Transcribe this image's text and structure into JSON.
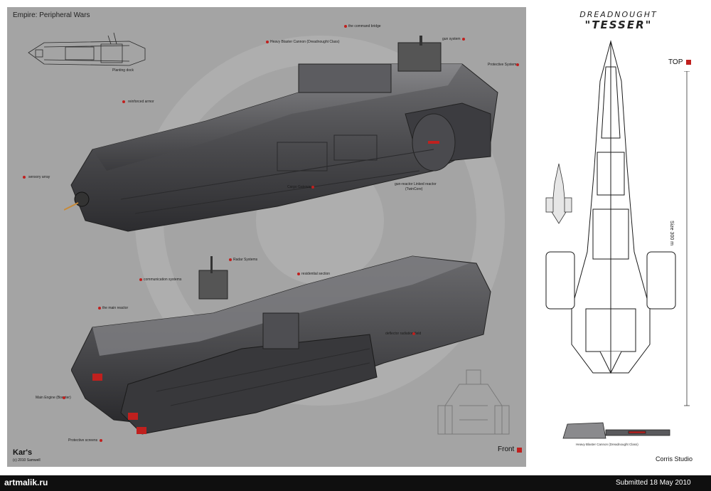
{
  "left": {
    "empire_title": "Empire: Peripheral Wars",
    "front_label": "Front",
    "callouts": {
      "docking": "Planting dock",
      "command_bridge": "the command bridge",
      "heavy_blaster": "Heavy Blaster Cannon (Dreadnought Class)",
      "gun_system": "gun system",
      "protective_systems": "Protective Systems",
      "reinforced_armor": "reinforced armor",
      "sensory_array": "sensory array",
      "cargo_gateway": "Cargo Gateway",
      "gun_reactor_line1": "gun-reactor Linked reactor",
      "gun_reactor_line2": "(TwinCore)",
      "radar_systems": "Radar Systems",
      "communication_systems": "communication systems",
      "residential_section": "residential section",
      "main_reactor": "the main reactor",
      "deflector_field": "deflector radiation field",
      "main_engine": "Main Engine (Booster)",
      "protective_screen": "Protective screens"
    },
    "signature": {
      "name": "Kar's",
      "sub": "(c) 2010 Samwell"
    }
  },
  "right": {
    "title_line1": "DREADNOUGHT",
    "title_line2": "\"TESSER\"",
    "top_label": "TOP",
    "size_label": "Size 300 m",
    "cannon_label": "Heavy Blaster Cannon (Dreadnought Class)",
    "studio": "Corris Studio"
  },
  "footer": {
    "site": "artmalik.ru",
    "submitted": "Submitted 18 May 2010"
  },
  "colors": {
    "panel": "#a4a4a4",
    "accent_red": "#c0201e",
    "footer_bg": "#0f0f0f"
  }
}
